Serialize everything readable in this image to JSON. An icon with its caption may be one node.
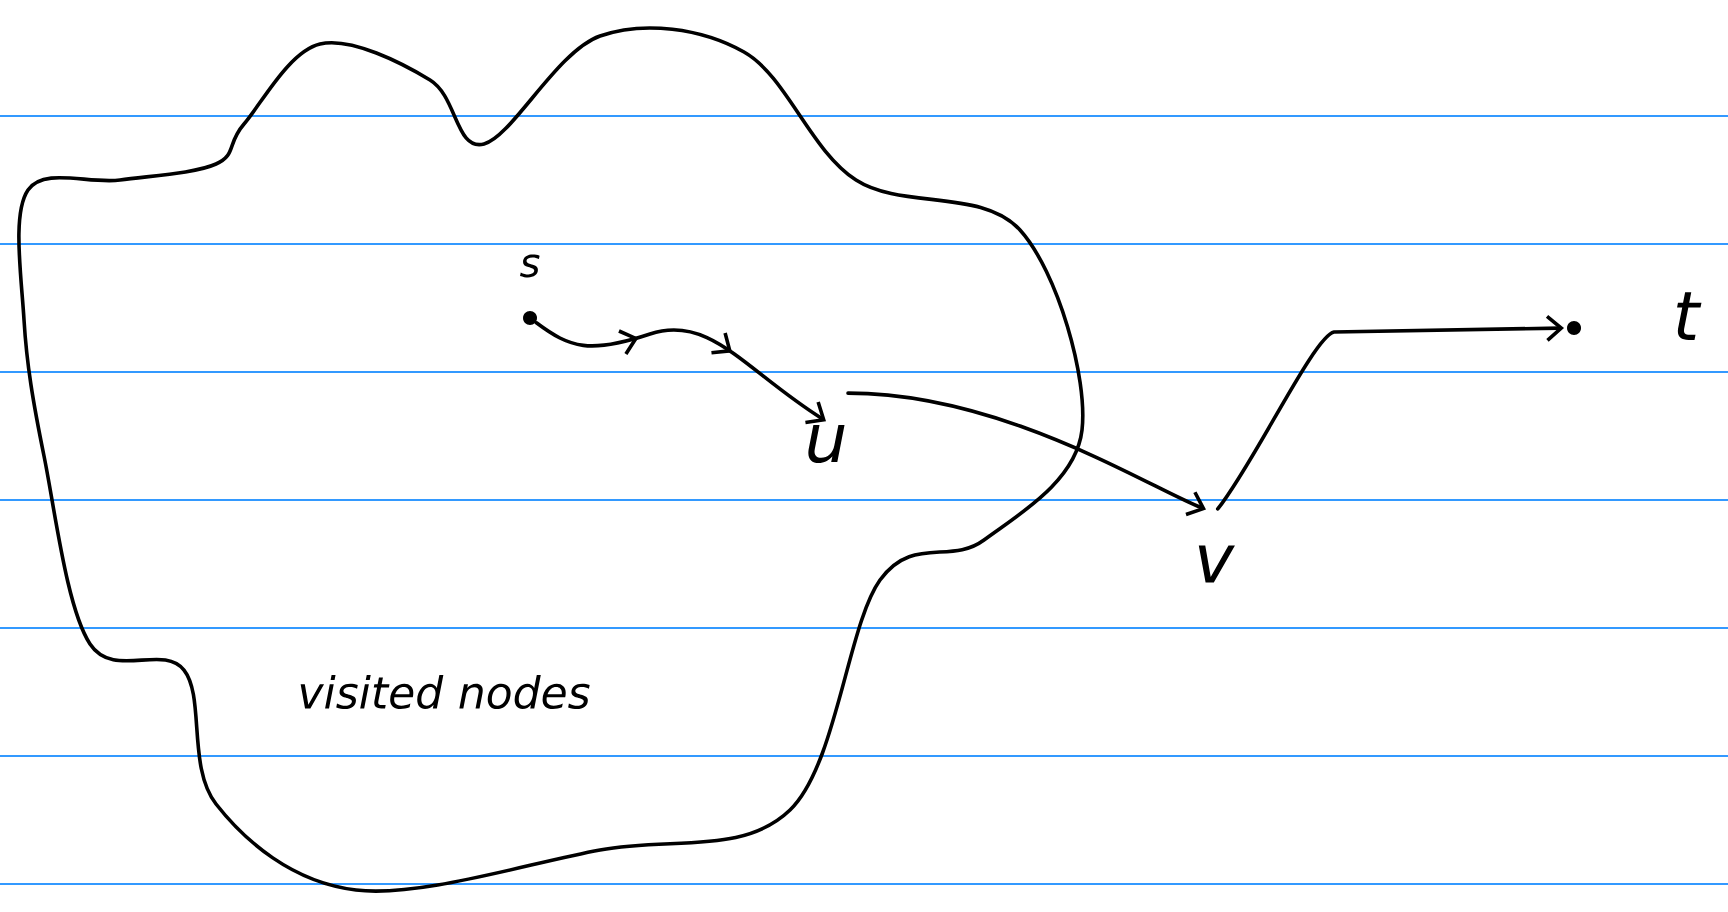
{
  "diagram": {
    "nodes": [
      {
        "text": [
          "visited nodes"
        ]
      },
      {
        "text": [
          "s"
        ],
        "in": 0
      },
      {
        "text": [
          "u"
        ],
        "in": 0
      },
      {
        "text": [
          "v"
        ]
      },
      {
        "text": [
          "t"
        ]
      }
    ],
    "edges": [
      {
        "from": 1,
        "to": 2,
        "arrow": "to"
      },
      {
        "from": 2,
        "to": 3,
        "arrow": "to"
      },
      {
        "from": 3,
        "to": 4,
        "arrow": "to"
      }
    ]
  }
}
